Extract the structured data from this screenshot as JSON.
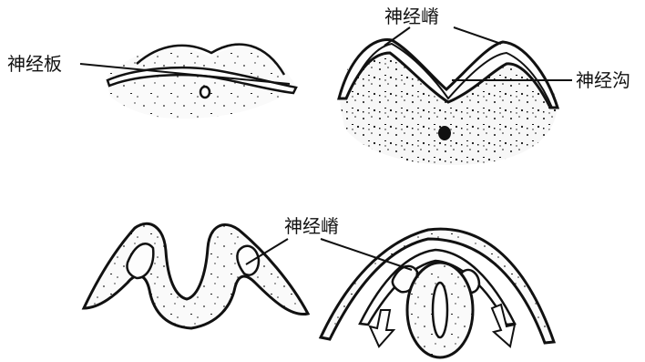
{
  "labels": {
    "neural_plate": "神经板",
    "neural_crest_top": "神经嵴",
    "neural_groove": "神经沟",
    "neural_crest_bottom": "神经嵴"
  },
  "colors": {
    "ink": "#111111",
    "tissue_fill": "#f5f5f5"
  }
}
